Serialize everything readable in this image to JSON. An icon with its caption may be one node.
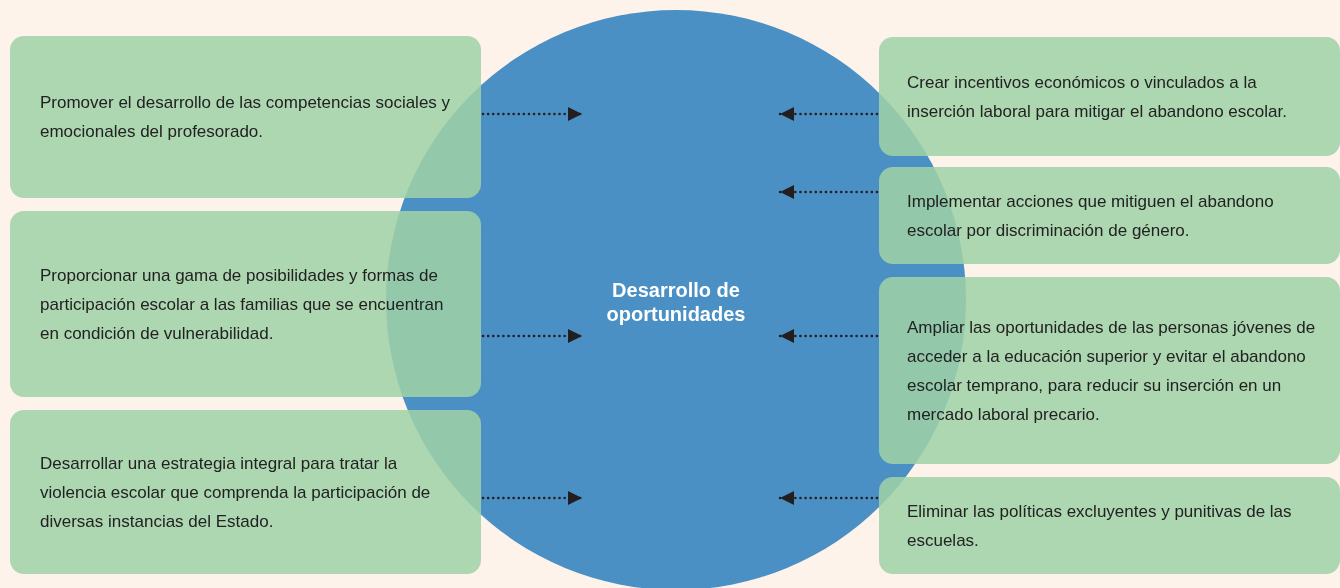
{
  "diagram": {
    "nodes": [
      {
        "text": [
          "Desarrollo de oportunidades"
        ]
      },
      {
        "text": [
          "Promover el desarrollo de las competencias sociales y emocionales del profesorado."
        ]
      },
      {
        "text": [
          "Proporcionar una gama de posibilidades y formas de participación escolar a las familias que se encuentran en condición de vulnerabilidad."
        ]
      },
      {
        "text": [
          "Desarrollar una estrategia integral para tratar la violencia escolar que comprenda la participación de diversas instancias del Estado."
        ]
      },
      {
        "text": [
          "Crear incentivos económicos o vinculados a la inserción laboral para mitigar el abandono escolar."
        ]
      },
      {
        "text": [
          "Implementar acciones que mitiguen el abandono escolar por discriminación de género."
        ]
      },
      {
        "text": [
          "Ampliar las oportunidades de las personas jóvenes de acceder a la educación superior y evitar el abandono escolar temprano, para reducir su inserción en un mercado laboral precario."
        ]
      },
      {
        "text": [
          "Eliminar las políticas excluyentes y punitivas de las escuelas."
        ]
      }
    ],
    "edges": [
      {
        "from": 1,
        "to": 0,
        "arrow": "to",
        "style": "dashed"
      },
      {
        "from": 2,
        "to": 0,
        "arrow": "to",
        "style": "dashed"
      },
      {
        "from": 3,
        "to": 0,
        "arrow": "to",
        "style": "dashed"
      },
      {
        "from": 4,
        "to": 0,
        "arrow": "to",
        "style": "dashed"
      },
      {
        "from": 5,
        "to": 0,
        "arrow": "to",
        "style": "dashed"
      },
      {
        "from": 6,
        "to": 0,
        "arrow": "to",
        "style": "dashed"
      },
      {
        "from": 7,
        "to": 0,
        "arrow": "to",
        "style": "dashed"
      }
    ]
  }
}
